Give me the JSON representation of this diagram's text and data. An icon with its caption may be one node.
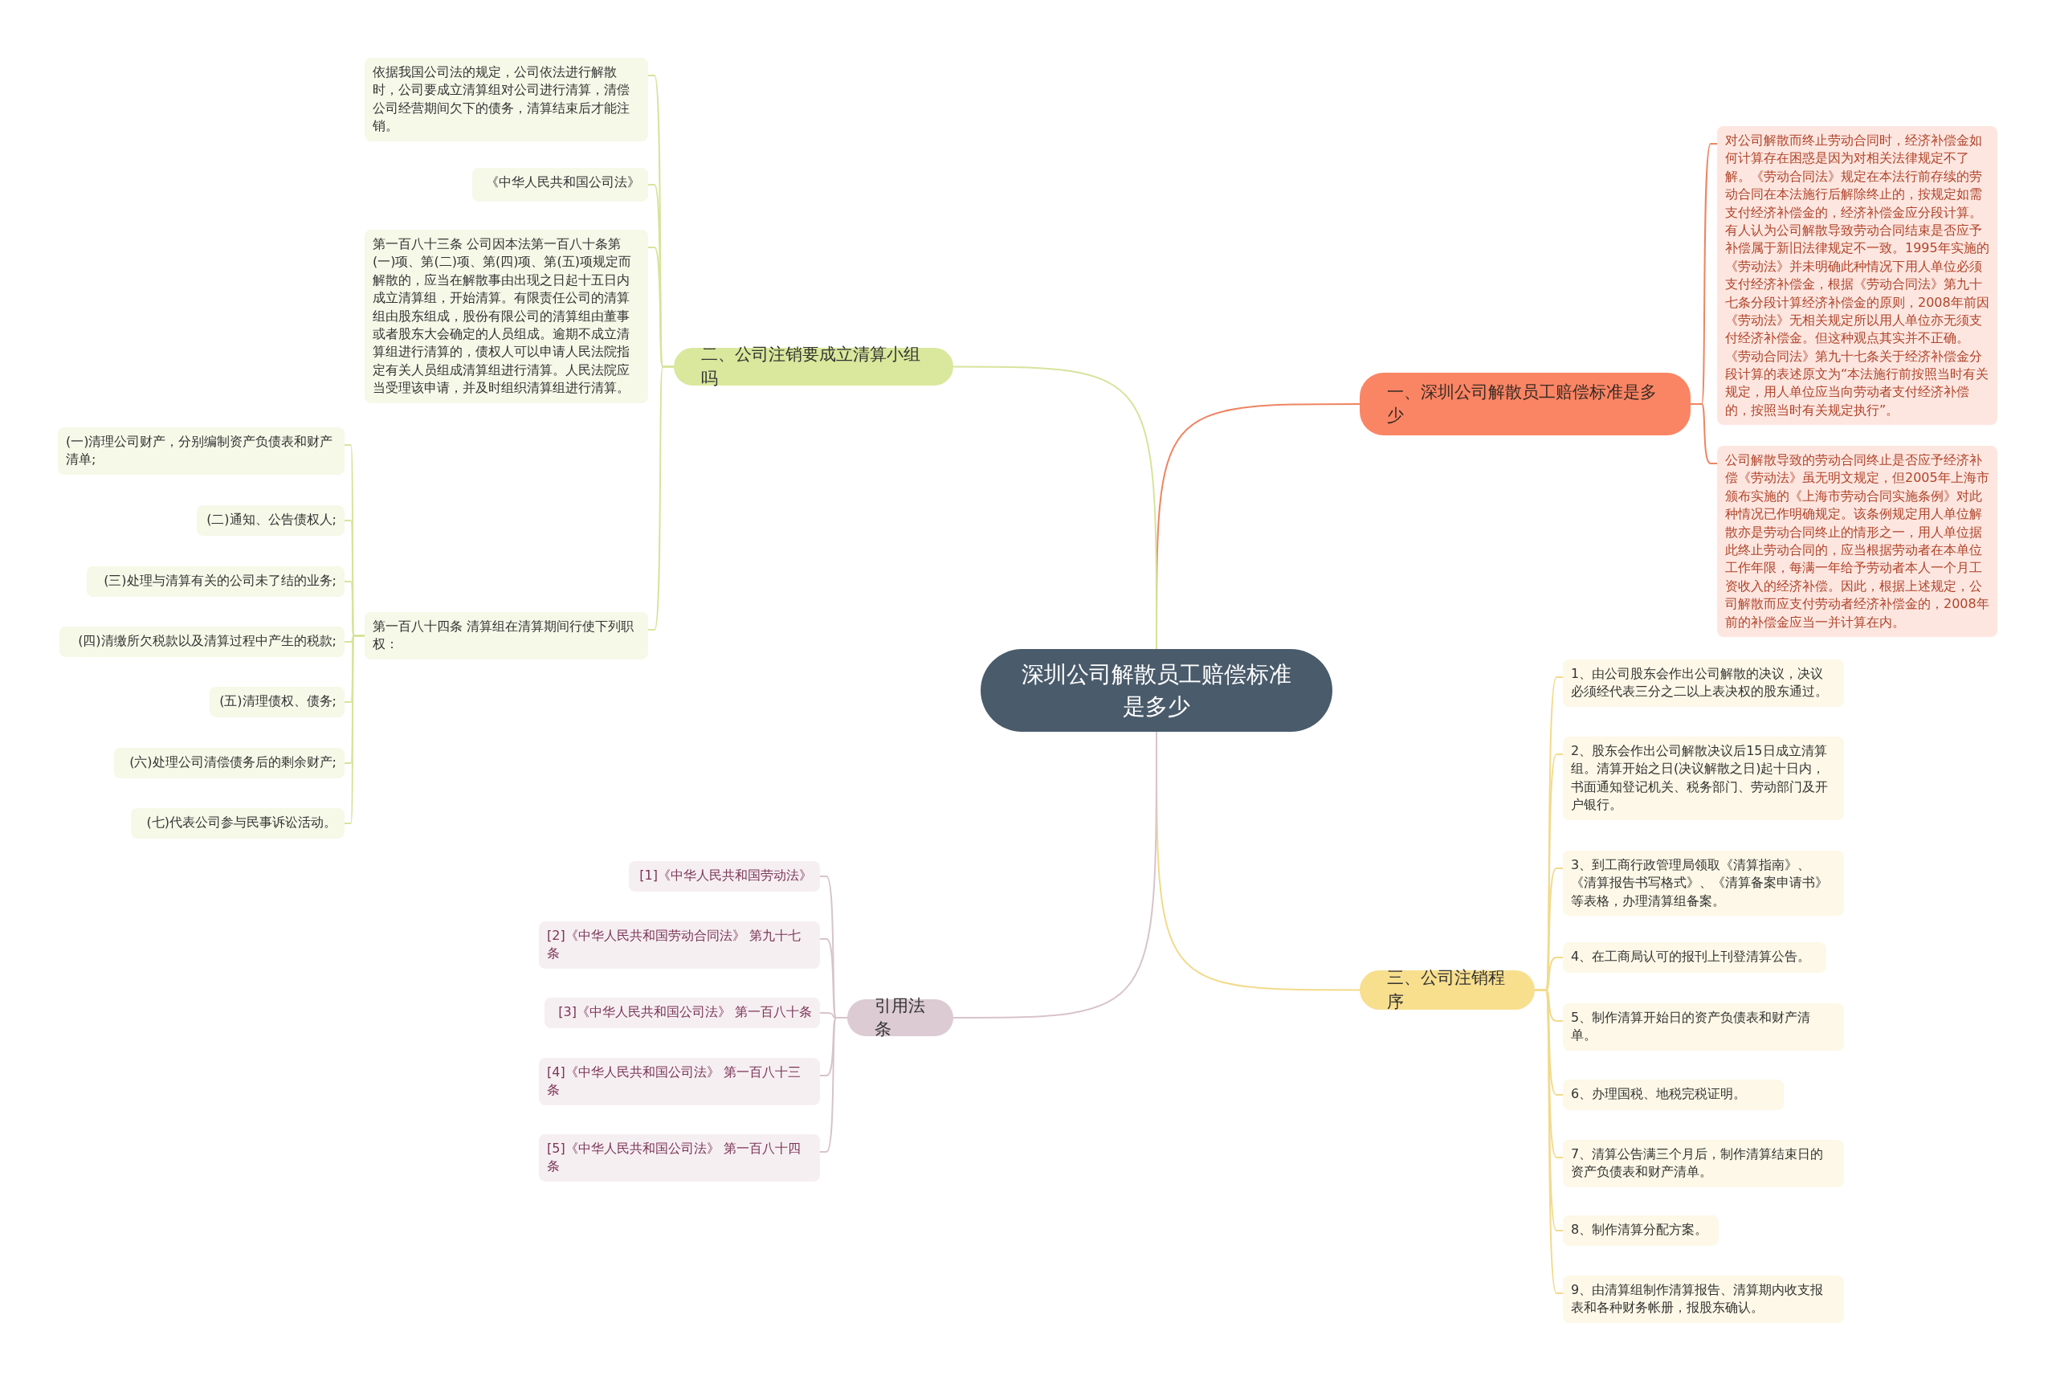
{
  "diagram": {
    "nodes": [
      {
        "text": [
          "深圳公司解散员工赔偿标准是多少"
        ]
      },
      {
        "text": [
          "一、深圳公司解散员工赔偿标准是多少"
        ]
      },
      {
        "text": [
          "对公司解散而终止劳动合同时，经济补偿金如何计算存在困惑是因为对相关法律规定不了解。《劳动合同法》规定在本法行前存续的劳动合同在本法施行后解除终止的，按规定如需支付经济补偿金的，经济补偿金应分段计算。有人认为公司解散导致劳动合同结束是否应予补偿属于新旧法律规定不一致。1995年实施的《劳动法》并未明确此种情况下用人单位必须支付经济补偿金，根据《劳动合同法》第九十七条分段计算经济补偿金的原则，2008年前因《劳动法》无相关规定所以用人单位亦无须支付经济补偿金。但这种观点其实并不正确。《劳动合同法》第九十七条关于经济补偿金分段计算的表述原文为“本法施行前按照当时有关规定，用人单位应当向劳动者支付经济补偿的，按照当时有关规定执行”。"
        ]
      },
      {
        "text": [
          "公司解散导致的劳动合同终止是否应予经济补偿《劳动法》虽无明文规定，但2005年上海市颁布实施的《上海市劳动合同实施条例》对此种情况已作明确规定。该条例规定用人单位解散亦是劳动合同终止的情形之一，用人单位据此终止劳动合同的，应当根据劳动者在本单位工作年限，每满一年给予劳动者本人一个月工资收入的经济补偿。因此，根据上述规定，公司解散而应支付劳动者经济补偿金的，2008年前的补偿金应当一并计算在内。"
        ]
      },
      {
        "text": [
          "二、公司注销要成立清算小组吗"
        ]
      },
      {
        "text": [
          "依据我国公司法的规定，公司依法进行解散时，公司要成立清算组对公司进行清算，清偿公司经营期间欠下的债务，清算结束后才能注销。"
        ]
      },
      {
        "text": [
          "《中华人民共和国公司法》"
        ]
      },
      {
        "text": [
          "第一百八十三条 公司因本法第一百八十条第(一)项、第(二)项、第(四)项、第(五)项规定而解散的，应当在解散事由出现之日起十五日内成立清算组，开始清算。有限责任公司的清算组由股东组成，股份有限公司的清算组由董事或者股东大会确定的人员组成。逾期不成立清算组进行清算的，债权人可以申请人民法院指定有关人员组成清算组进行清算。人民法院应当受理该申请，并及时组织清算组进行清算。"
        ]
      },
      {
        "text": [
          "第一百八十四条 清算组在清算期间行使下列职权："
        ]
      },
      {
        "text": [
          "(一)清理公司财产，分别编制资产负债表和财产清单;"
        ]
      },
      {
        "text": [
          "(二)通知、公告债权人;"
        ]
      },
      {
        "text": [
          "(三)处理与清算有关的公司未了结的业务;"
        ]
      },
      {
        "text": [
          "(四)清缴所欠税款以及清算过程中产生的税款;"
        ]
      },
      {
        "text": [
          "(五)清理债权、债务;"
        ]
      },
      {
        "text": [
          "(六)处理公司清偿债务后的剩余财产;"
        ]
      },
      {
        "text": [
          "(七)代表公司参与民事诉讼活动。"
        ]
      },
      {
        "text": [
          "三、公司注销程序"
        ]
      },
      {
        "text": [
          "1、由公司股东会作出公司解散的决议，决议必须经代表三分之二以上表决权的股东通过。"
        ]
      },
      {
        "text": [
          "2、股东会作出公司解散决议后15日成立清算组。清算开始之日(决议解散之日)起十日内，书面通知登记机关、税务部门、劳动部门及开户银行。"
        ]
      },
      {
        "text": [
          "3、到工商行政管理局领取《清算指南》、《清算报告书写格式》、《清算备案申请书》等表格，办理清算组备案。"
        ]
      },
      {
        "text": [
          "4、在工商局认可的报刊上刊登清算公告。"
        ]
      },
      {
        "text": [
          "5、制作清算开始日的资产负债表和财产清单。"
        ]
      },
      {
        "text": [
          "6、办理国税、地税完税证明。"
        ]
      },
      {
        "text": [
          "7、清算公告满三个月后，制作清算结束日的资产负债表和财产清单。"
        ]
      },
      {
        "text": [
          "8、制作清算分配方案。"
        ]
      },
      {
        "text": [
          "9、由清算组制作清算报告、清算期内收支报表和各种财务帐册，报股东确认。"
        ]
      },
      {
        "text": [
          "引用法条"
        ]
      },
      {
        "text": [
          "[1]《中华人民共和国劳动法》"
        ]
      },
      {
        "text": [
          "[2]《中华人民共和国劳动合同法》 第九十七条"
        ]
      },
      {
        "text": [
          "[3]《中华人民共和国公司法》 第一百八十条"
        ]
      },
      {
        "text": [
          "[4]《中华人民共和国公司法》 第一百八十三条"
        ]
      },
      {
        "text": [
          "[5]《中华人民共和国公司法》 第一百八十四条"
        ]
      }
    ],
    "edges": [
      {
        "from": 0,
        "to": 1,
        "arrow": "none",
        "color": "#ee8462"
      },
      {
        "from": 1,
        "to": 2,
        "arrow": "none",
        "color": "#ee8462"
      },
      {
        "from": 1,
        "to": 3,
        "arrow": "none",
        "color": "#ee8462"
      },
      {
        "from": 0,
        "to": 4,
        "arrow": "none",
        "color": "#d6e49c"
      },
      {
        "from": 4,
        "to": 5,
        "arrow": "none",
        "color": "#d6e49c"
      },
      {
        "from": 4,
        "to": 6,
        "arrow": "none",
        "color": "#d6e49c"
      },
      {
        "from": 4,
        "to": 7,
        "arrow": "none",
        "color": "#d6e49c"
      },
      {
        "from": 4,
        "to": 8,
        "arrow": "none",
        "color": "#d6e49c"
      },
      {
        "from": 8,
        "to": 9,
        "arrow": "none",
        "color": "#d6e49c"
      },
      {
        "from": 8,
        "to": 10,
        "arrow": "none",
        "color": "#d6e49c"
      },
      {
        "from": 8,
        "to": 11,
        "arrow": "none",
        "color": "#d6e49c"
      },
      {
        "from": 8,
        "to": 12,
        "arrow": "none",
        "color": "#d6e49c"
      },
      {
        "from": 8,
        "to": 13,
        "arrow": "none",
        "color": "#d6e49c"
      },
      {
        "from": 8,
        "to": 14,
        "arrow": "none",
        "color": "#d6e49c"
      },
      {
        "from": 8,
        "to": 15,
        "arrow": "none",
        "color": "#d6e49c"
      },
      {
        "from": 0,
        "to": 16,
        "arrow": "none",
        "color": "#f2da8c"
      },
      {
        "from": 16,
        "to": 17,
        "arrow": "none",
        "color": "#f2da8c"
      },
      {
        "from": 16,
        "to": 18,
        "arrow": "none",
        "color": "#f2da8c"
      },
      {
        "from": 16,
        "to": 19,
        "arrow": "none",
        "color": "#f2da8c"
      },
      {
        "from": 16,
        "to": 20,
        "arrow": "none",
        "color": "#f2da8c"
      },
      {
        "from": 16,
        "to": 21,
        "arrow": "none",
        "color": "#f2da8c"
      },
      {
        "from": 16,
        "to": 22,
        "arrow": "none",
        "color": "#f2da8c"
      },
      {
        "from": 16,
        "to": 23,
        "arrow": "none",
        "color": "#f2da8c"
      },
      {
        "from": 16,
        "to": 24,
        "arrow": "none",
        "color": "#f2da8c"
      },
      {
        "from": 16,
        "to": 25,
        "arrow": "none",
        "color": "#f2da8c"
      },
      {
        "from": 0,
        "to": 26,
        "arrow": "none",
        "color": "#d8c3cc"
      },
      {
        "from": 26,
        "to": 27,
        "arrow": "none",
        "color": "#d8c3cc"
      },
      {
        "from": 26,
        "to": 28,
        "arrow": "none",
        "color": "#d8c3cc"
      },
      {
        "from": 26,
        "to": 29,
        "arrow": "none",
        "color": "#d8c3cc"
      },
      {
        "from": 26,
        "to": 30,
        "arrow": "none",
        "color": "#d8c3cc"
      },
      {
        "from": 26,
        "to": 31,
        "arrow": "none",
        "color": "#d8c3cc"
      }
    ]
  }
}
